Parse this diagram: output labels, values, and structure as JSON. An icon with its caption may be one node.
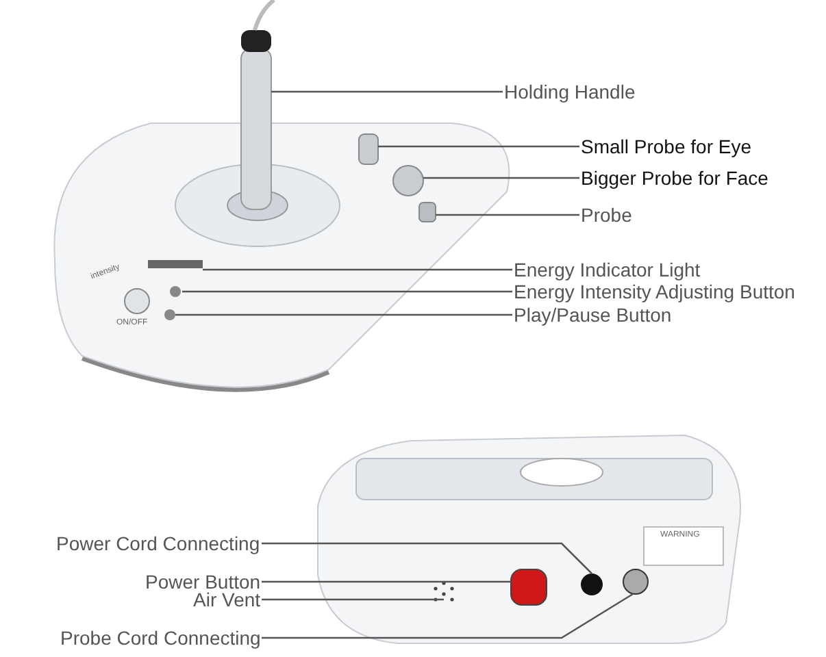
{
  "diagram": {
    "nodes": [
      {
        "text": [
          "Holding Handle"
        ]
      },
      {
        "text": [
          "Small Probe for Eye"
        ]
      },
      {
        "text": [
          "Bigger Probe for Face"
        ]
      },
      {
        "text": [
          "Probe"
        ]
      },
      {
        "text": [
          "Energy Indicator Light"
        ]
      },
      {
        "text": [
          "Energy Intensity Adjusting Button"
        ]
      },
      {
        "text": [
          "Play/Pause Button"
        ]
      },
      {
        "text": [
          "Power Cord Connecting"
        ]
      },
      {
        "text": [
          "Power Button"
        ]
      },
      {
        "text": [
          "Air Vent"
        ]
      },
      {
        "text": [
          "Probe Cord Connecting"
        ]
      }
    ],
    "edges": [
      {
        "from": 0,
        "to": null,
        "arrow": "none"
      },
      {
        "from": 1,
        "to": null,
        "arrow": "none"
      },
      {
        "from": 2,
        "to": null,
        "arrow": "none"
      },
      {
        "from": 3,
        "to": null,
        "arrow": "none"
      },
      {
        "from": 4,
        "to": null,
        "arrow": "none"
      },
      {
        "from": 5,
        "to": null,
        "arrow": "none"
      },
      {
        "from": 6,
        "to": null,
        "arrow": "none"
      },
      {
        "from": 7,
        "to": null,
        "arrow": "none"
      },
      {
        "from": 8,
        "to": null,
        "arrow": "none"
      },
      {
        "from": 9,
        "to": null,
        "arrow": "none"
      },
      {
        "from": 10,
        "to": null,
        "arrow": "none"
      }
    ],
    "labels": [
      "intensity",
      "ON/OFF",
      "WARNING"
    ]
  }
}
